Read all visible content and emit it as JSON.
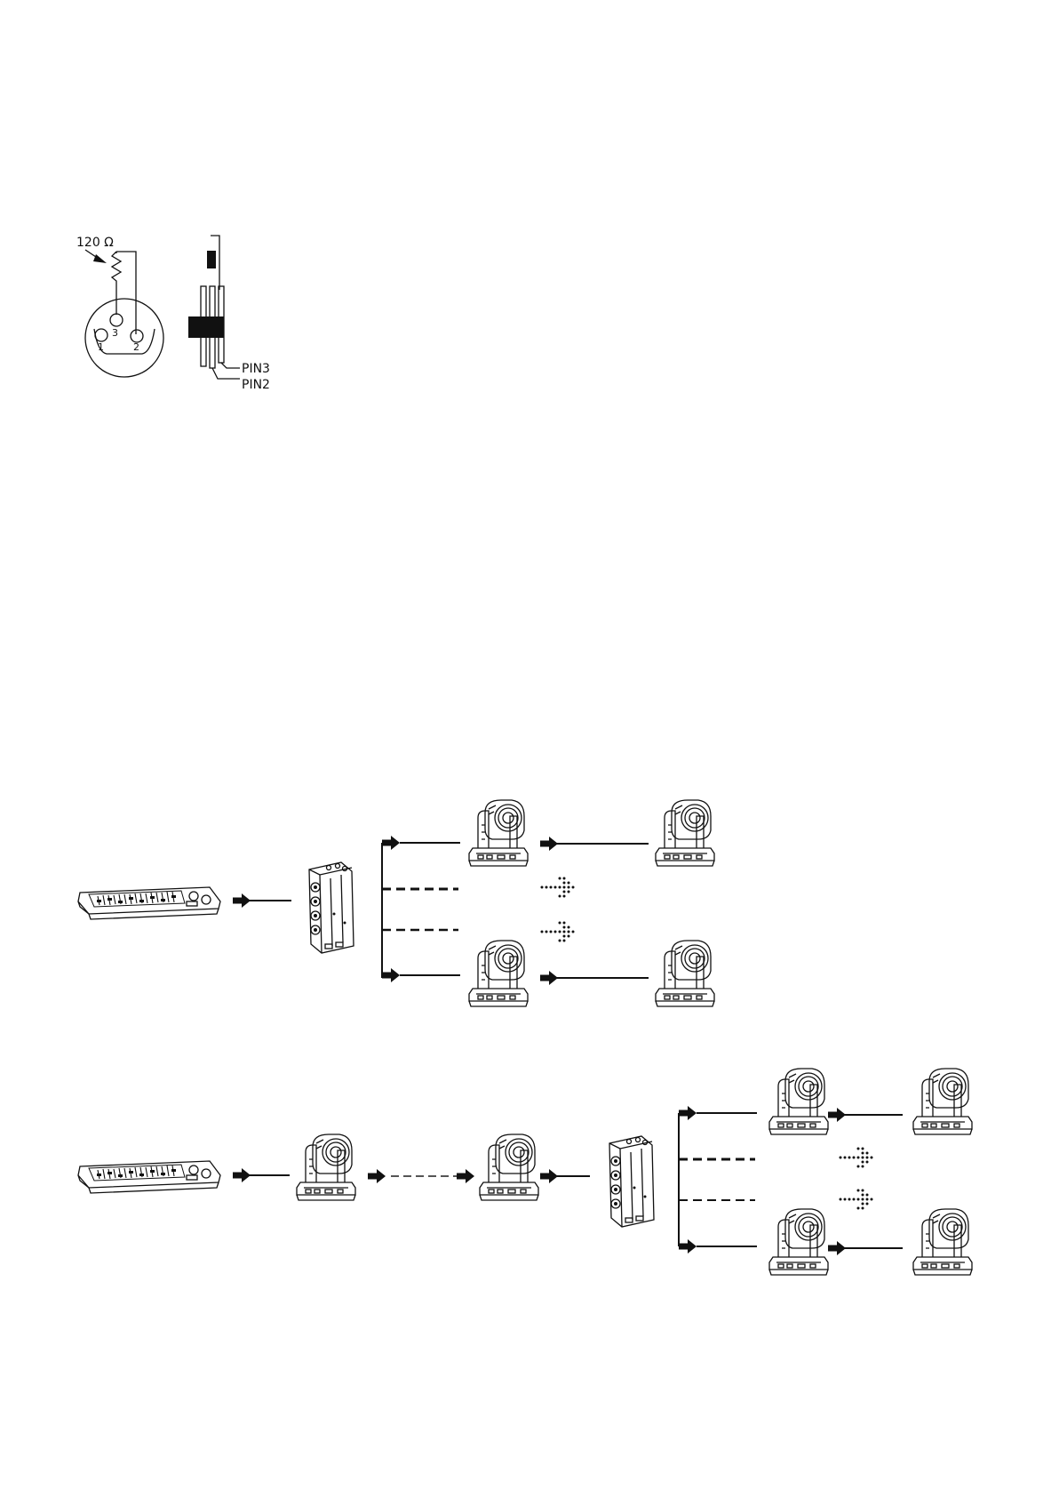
{
  "terminator": {
    "resistance_label": "120 Ω",
    "pin_1": "1",
    "pin_2": "2",
    "pin_3": "3",
    "lead_pin3": "PIN3",
    "lead_pin2": "PIN2"
  },
  "colors": {
    "ink": "#111111",
    "background": "#ffffff",
    "dashed_link": "#555555"
  },
  "icons": [
    "dmx-controller-icon",
    "dmx-splitter-icon",
    "moving-head-icon",
    "arrow-right-icon",
    "dotted-arrow-icon"
  ]
}
